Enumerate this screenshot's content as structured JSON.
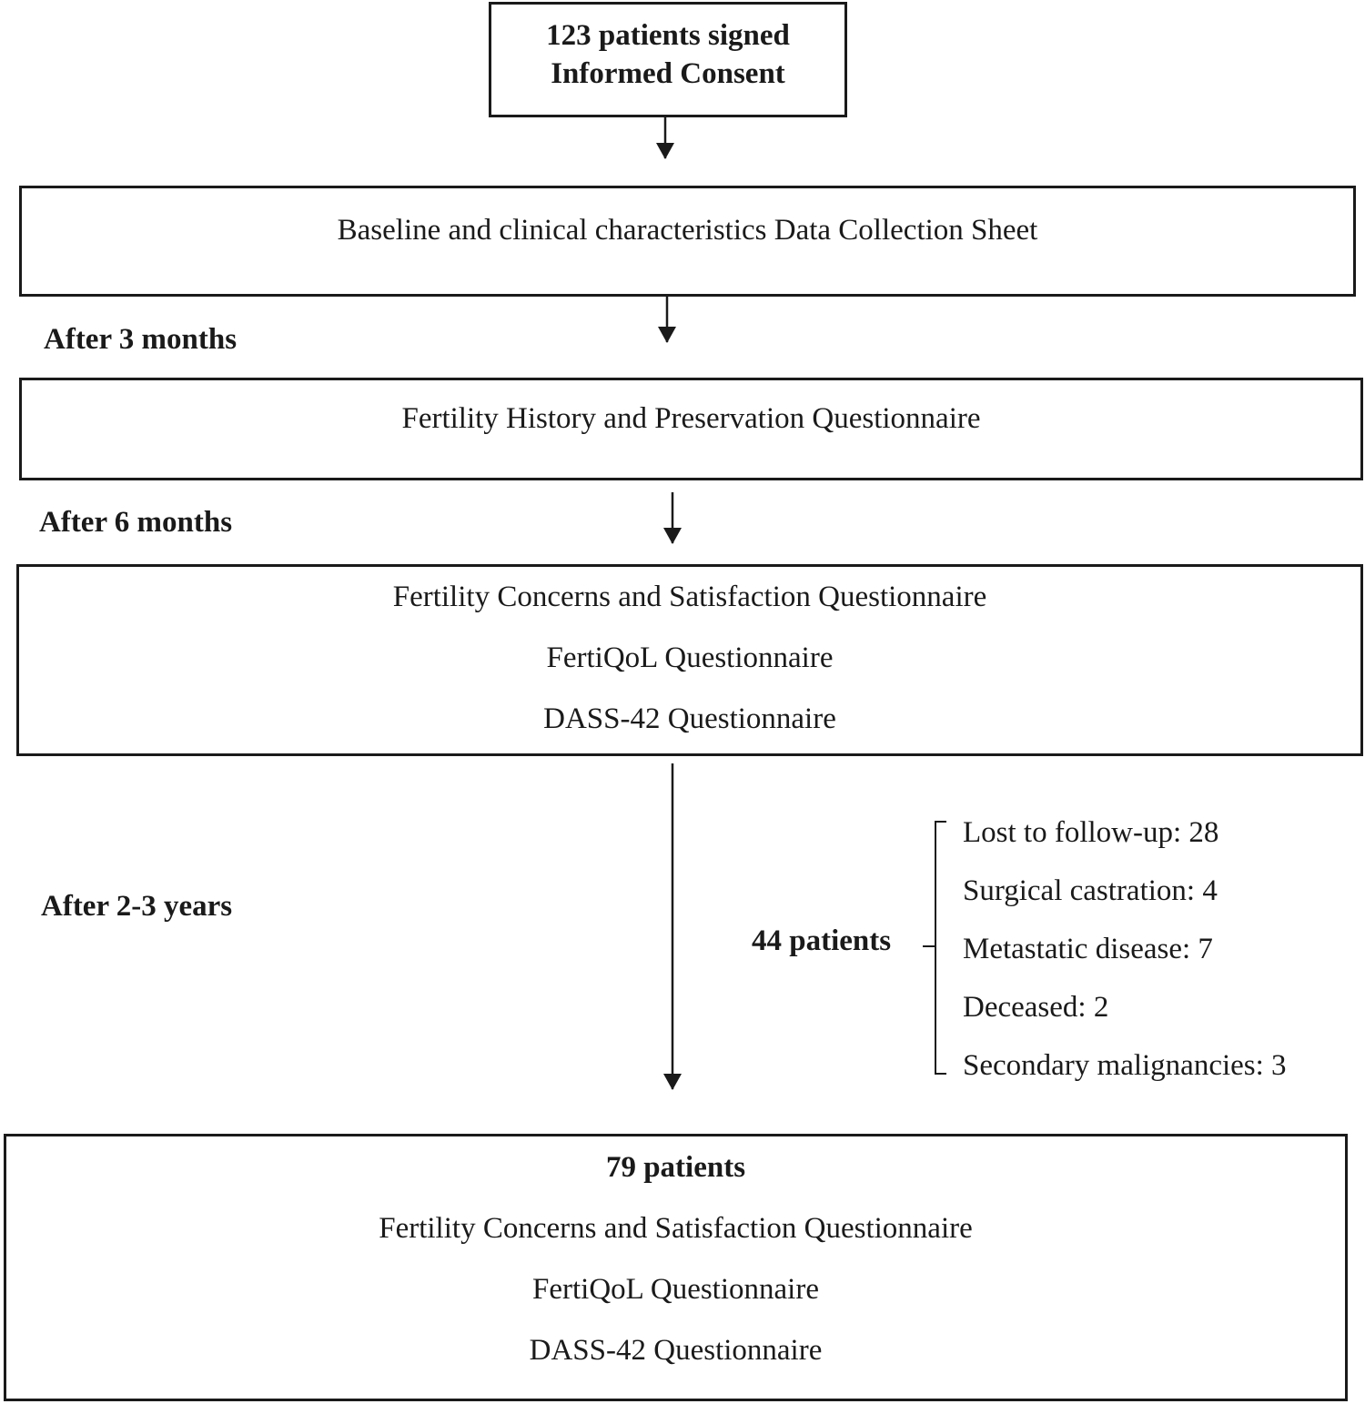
{
  "start_box": {
    "line1": "123 patients signed",
    "line2": "Informed Consent"
  },
  "baseline_box": {
    "text": "Baseline and clinical characteristics Data Collection Sheet"
  },
  "step_3_months": {
    "label": "After 3 months",
    "box_text": "Fertility History and Preservation Questionnaire"
  },
  "step_6_months": {
    "label": "After 6 months",
    "items": [
      "Fertility Concerns and Satisfaction Questionnaire",
      "FertiQoL Questionnaire",
      "DASS-42 Questionnaire"
    ]
  },
  "step_2_3_years": {
    "label": "After 2-3 years"
  },
  "exclusions": {
    "total": "44 patients",
    "items": [
      "Lost to follow-up: 28",
      "Surgical castration: 4",
      "Metastatic disease: 7",
      "Deceased: 2",
      "Secondary malignancies: 3"
    ]
  },
  "final_box": {
    "title": "79 patients",
    "items": [
      "Fertility Concerns and Satisfaction Questionnaire",
      "FertiQoL Questionnaire",
      "DASS-42 Questionnaire"
    ]
  }
}
